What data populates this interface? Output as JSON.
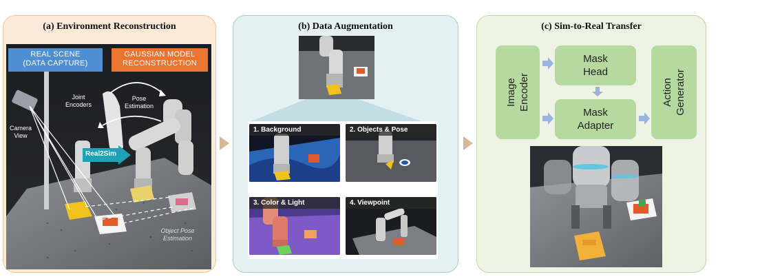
{
  "panel_a": {
    "title": "(a) Environment Reconstruction",
    "tag_real": [
      "REAL SCENE",
      "(DATA CAPTURE)"
    ],
    "tag_gauss": [
      "GAUSSIAN MODEL",
      "RECONSTRUCTION"
    ],
    "joint_encoders": [
      "Joint",
      "Encoders"
    ],
    "pose_estimation": [
      "Pose",
      "Estimation"
    ],
    "camera_view": [
      "Camera",
      "View"
    ],
    "real2sim": "Real2Sim",
    "object_pose": [
      "Object Pose",
      "Estimation"
    ],
    "colors": {
      "tag_real": "#4e8fd1",
      "tag_gauss": "#ec7431",
      "real2sim": "#1fa2b5"
    }
  },
  "panel_b": {
    "title": "(b) Data Augmentation",
    "subs": [
      {
        "label": "1. Background"
      },
      {
        "label": "2. Objects & Pose"
      },
      {
        "label": "3. Color & Light"
      },
      {
        "label": "4. Viewpoint"
      }
    ]
  },
  "panel_c": {
    "title": "(c) Sim-to-Real Transfer",
    "image_encoder": [
      "Image",
      "Encoder"
    ],
    "mask_head": [
      "Mask",
      "Head"
    ],
    "mask_adapter": [
      "Mask",
      "Adapter"
    ],
    "action_generator": [
      "Action",
      "Generator"
    ],
    "colors": {
      "block": "#b6d9a0",
      "arrow": "#9bb4dc"
    }
  }
}
